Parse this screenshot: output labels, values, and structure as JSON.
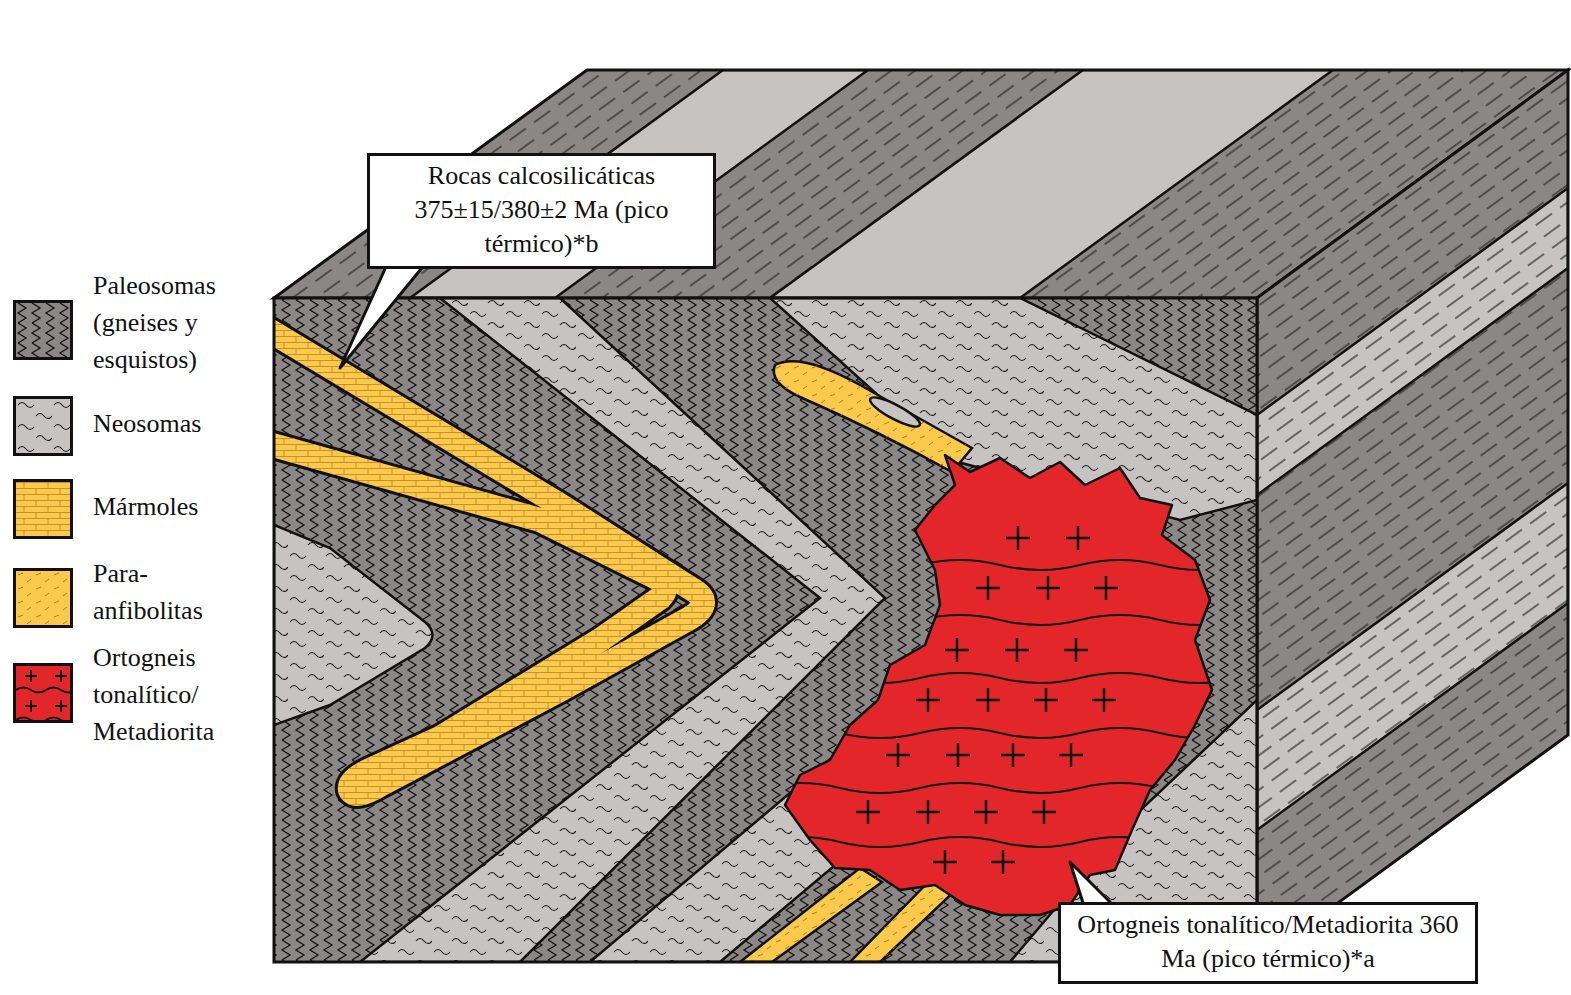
{
  "diagram": {
    "nodes": [
      {
        "text": [
          "Rocas calcosilicáticas 375±15/380±2 Ma (pico térmico)*b"
        ]
      },
      {
        "text": [
          "Ortogneis tonalítico/Metadiorita 360 Ma (pico térmico)*a"
        ]
      }
    ],
    "legend": [
      {
        "text": "Paleosomas (gneises y esquistos)",
        "color": "#8c8787"
      },
      {
        "text": "Neosomas",
        "color": "#c8c3c3"
      },
      {
        "text": "Mármoles",
        "color": "#fbc94c"
      },
      {
        "text": "Para- anfibolitas",
        "color": "#fbc94c"
      },
      {
        "text": "Ortogneis tonalítico/ Metadiorita",
        "color": "#e3262a"
      }
    ]
  }
}
